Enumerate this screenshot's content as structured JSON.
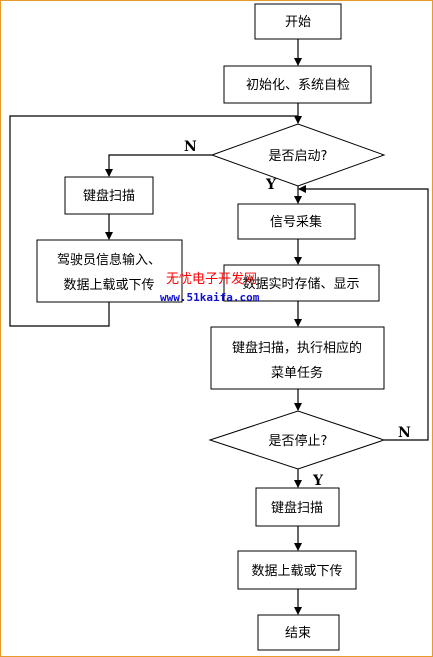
{
  "nodes": {
    "start": "开始",
    "init": "初始化、系统自检",
    "started_q": "是否启动?",
    "keyscan_left": "键盘扫描",
    "driver_input_l1": "驾驶员信息输入、",
    "driver_input_l2": "数据上载或下传",
    "signal": "信号采集",
    "realtime": "数据实时存储、显示",
    "keyscan_exec_l1": "键盘扫描，执行相应的",
    "keyscan_exec_l2": "菜单任务",
    "stop_q": "是否停止?",
    "keyscan_bottom": "键盘扫描",
    "upload": "数据上载或下传",
    "end": "结束"
  },
  "labels": {
    "n1": "N",
    "y1": "Y",
    "n2": "N",
    "y2": "Y"
  },
  "watermark": {
    "cn": "无忧电子开发网",
    "url": "www.51kaifa.com"
  }
}
